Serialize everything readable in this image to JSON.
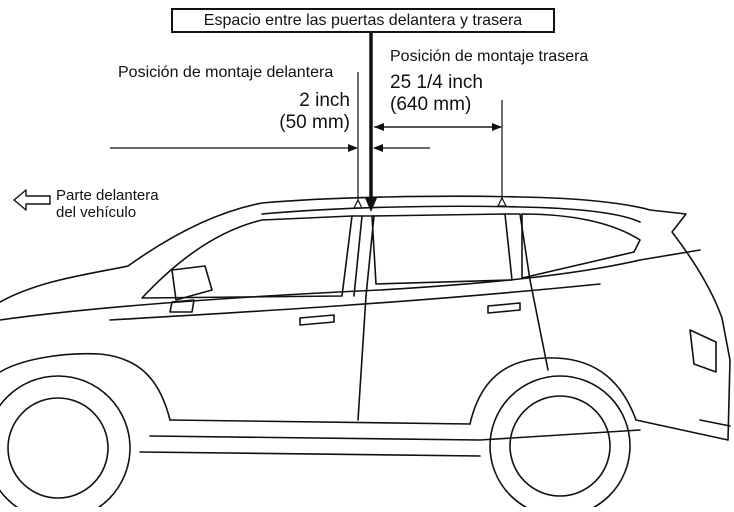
{
  "title": "Espacio entre las puertas delantera y trasera",
  "front_mount": {
    "label": "Posición de montaje delantera",
    "value": "2 inch",
    "value_mm": "(50 mm)"
  },
  "rear_mount": {
    "label": "Posición de montaje trasera",
    "value": "25 1/4 inch",
    "value_mm": "(640 mm)"
  },
  "vehicle_front": {
    "line1": "Parte delantera",
    "line2": "del vehículo"
  },
  "colors": {
    "line": "#111111",
    "background": "#ffffff"
  },
  "icons": {
    "direction": "arrow-left-icon"
  }
}
